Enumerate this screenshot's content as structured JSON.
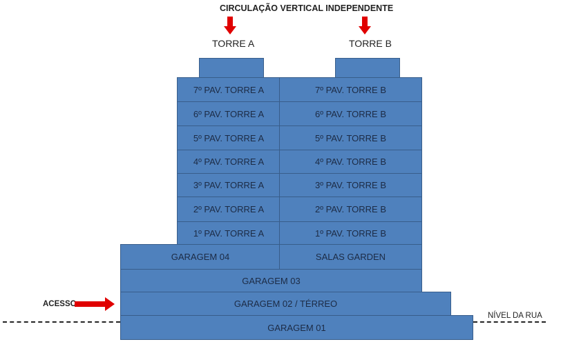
{
  "title": "CIRCULAÇÃO VERTICAL INDEPENDENTE",
  "towers": {
    "a": "TORRE A",
    "b": "TORRE B"
  },
  "floors": [
    {
      "a": "7º PAV. TORRE A",
      "b": "7º PAV. TORRE B"
    },
    {
      "a": "6º PAV. TORRE A",
      "b": "6º PAV. TORRE B"
    },
    {
      "a": "5º PAV. TORRE A",
      "b": "5º PAV. TORRE B"
    },
    {
      "a": "4º PAV. TORRE A",
      "b": "4º PAV. TORRE B"
    },
    {
      "a": "3º PAV. TORRE A",
      "b": "3º PAV. TORRE B"
    },
    {
      "a": "2º PAV. TORRE A",
      "b": "2º PAV. TORRE B"
    },
    {
      "a": "1º PAV. TORRE A",
      "b": "1º PAV. TORRE B"
    }
  ],
  "garagem04": "GARAGEM 04",
  "salas_garden": "SALAS GARDEN",
  "garagem03": "GARAGEM 03",
  "garagem02": "GARAGEM 02 / TÉRREO",
  "garagem01": "GARAGEM 01",
  "acesso": "ACESSO",
  "nivel_rua": "NÍVEL DA RUA",
  "colors": {
    "fill": "#4f81bd",
    "border": "#385d8a",
    "arrow": "#e00000"
  }
}
